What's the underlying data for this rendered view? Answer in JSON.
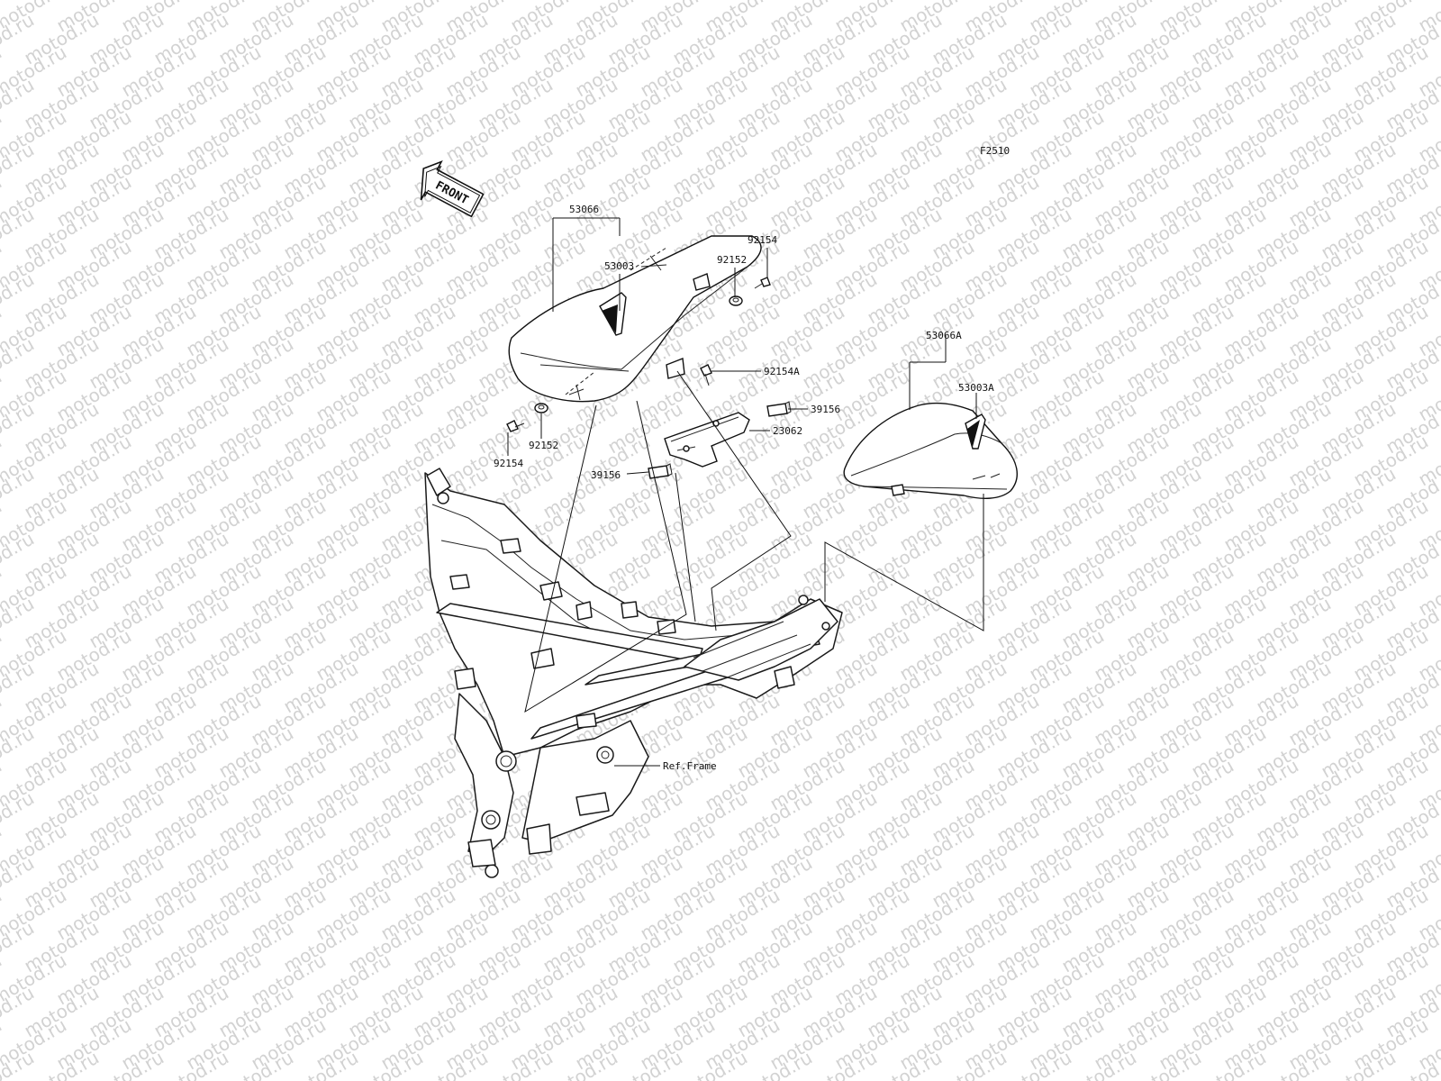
{
  "diagram": {
    "code": "F2510",
    "watermark_text": "motod.ru",
    "front_badge": "FRONT",
    "labels": {
      "seat_assy": "53066",
      "seat_pad": "53003",
      "bolt_top": "92154",
      "collar_top": "92152",
      "bolt_mid": "92154A",
      "damper_right": "39156",
      "bracket": "23062",
      "damper_left": "39156",
      "collar_left": "92152",
      "bolt_left": "92154",
      "rear_seat_assy": "53066A",
      "rear_seat_pad": "53003A",
      "frame_ref": "Ref.Frame"
    }
  }
}
